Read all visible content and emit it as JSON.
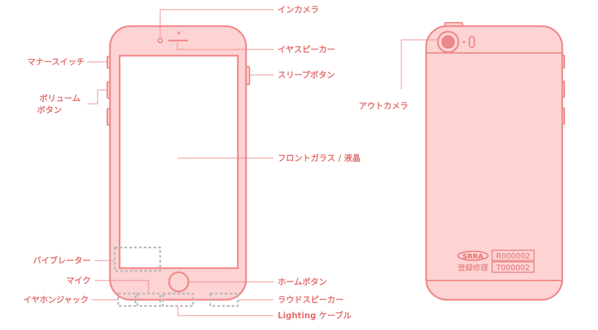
{
  "labels": {
    "front_camera": "インカメラ",
    "earpiece": "イヤスピーカー",
    "sleep_button": "スリープボタン",
    "front_glass": "フロントガラス / 液晶",
    "home_button": "ホームボタン",
    "loud_speaker": "ラウドスピーカー",
    "lightning_cable": "Lighting ケーブル",
    "mute_switch": "マナースイッチ",
    "volume_button_line1": "ボリューム",
    "volume_button_line2": "ボタン",
    "vibrator": "バイブレーター",
    "mic": "マイク",
    "earphone_jack": "イヤホンジャック",
    "rear_camera": "アウトカメラ"
  },
  "stamp": {
    "logo": "SRRA",
    "caption": "登録修理",
    "code_r": "R000002",
    "code_t": "T000002"
  },
  "colors": {
    "phone_fill": "#fdd3d3",
    "phone_stroke": "#ef8a8a",
    "label_text": "#e47070",
    "leader_line": "#ef8a8a",
    "dashed_box": "#b9b9b9"
  }
}
